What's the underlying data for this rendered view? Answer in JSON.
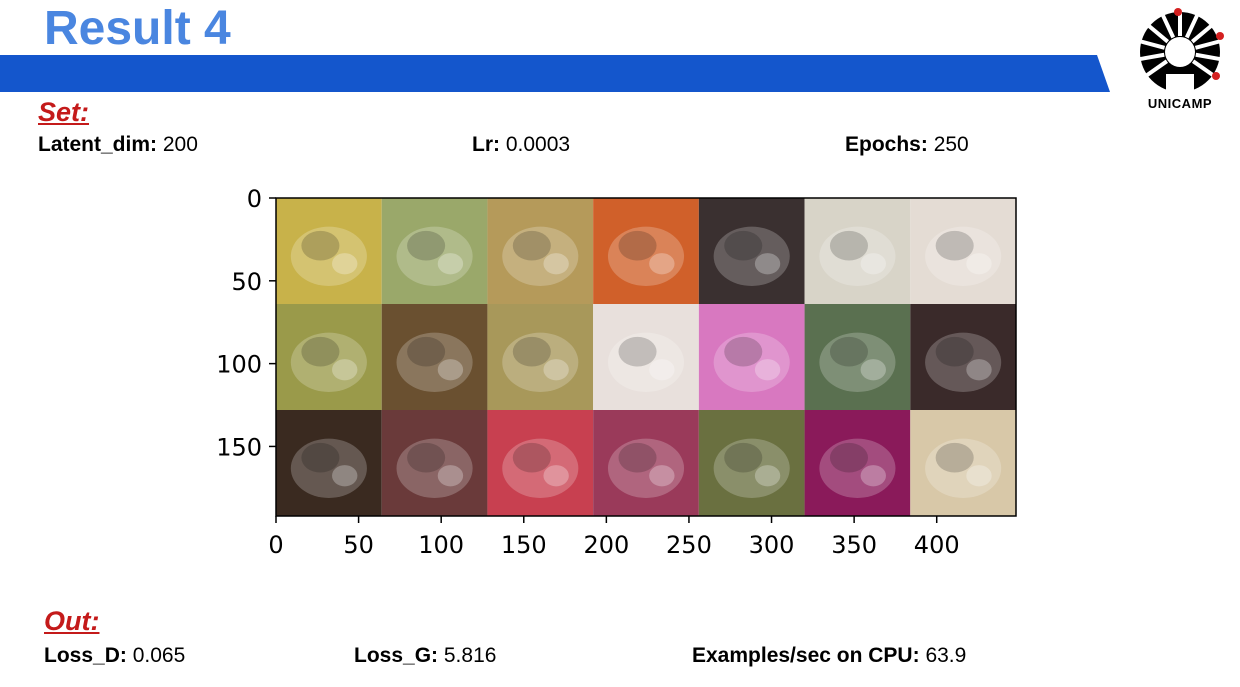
{
  "slide": {
    "title": "Result 4",
    "logo_text": "UNICAMP"
  },
  "set": {
    "label": "Set:",
    "params": [
      {
        "name": "Latent_dim:",
        "value": "200"
      },
      {
        "name": "Lr:",
        "value": "0.0003"
      },
      {
        "name": "Epochs:",
        "value": "250"
      }
    ]
  },
  "out": {
    "label": "Out:",
    "params": [
      {
        "name": "Loss_D:",
        "value": "0.065"
      },
      {
        "name": "Loss_G:",
        "value": "5.816"
      },
      {
        "name": "Examples/sec on CPU:",
        "value": "63.9"
      }
    ]
  },
  "image_plot": {
    "x_ticks": [
      "0",
      "50",
      "100",
      "150",
      "200",
      "250",
      "300",
      "350",
      "400"
    ],
    "y_ticks": [
      "0",
      "50",
      "100",
      "150"
    ],
    "grid_rows": 3,
    "grid_cols": 7,
    "tile_colors": [
      [
        "#c8b24a",
        "#9aa86a",
        "#b59a5a",
        "#d0602a",
        "#3a3030",
        "#d8d4c8",
        "#e4dcd4"
      ],
      [
        "#9a9a4a",
        "#6a5030",
        "#a8985a",
        "#e8e0dc",
        "#d878c0",
        "#5a7050",
        "#3a2a2a"
      ],
      [
        "#3a2a20",
        "#6a3a3a",
        "#c84050",
        "#9a3a5a",
        "#6a7040",
        "#8a1a5a",
        "#d8c8a8"
      ]
    ]
  },
  "colors": {
    "title": "#4a86e0",
    "bar": "#1456cc",
    "section_label": "#c41a1a"
  }
}
